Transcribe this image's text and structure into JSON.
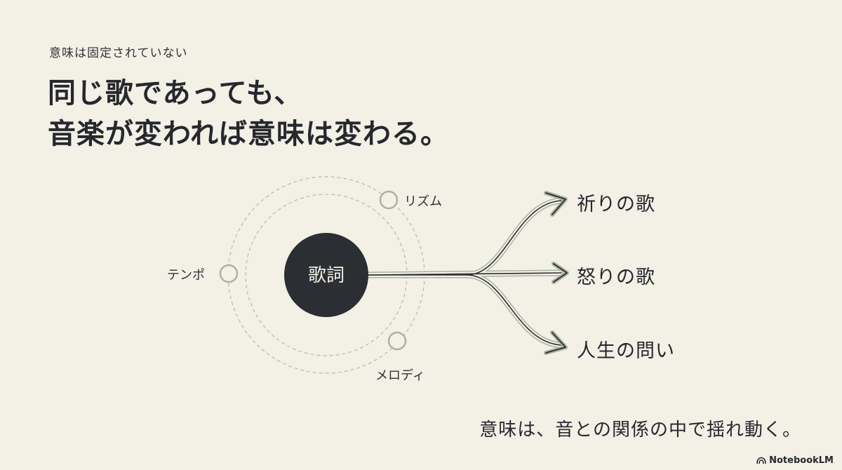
{
  "eyebrow": "意味は固定されていない",
  "headline": {
    "line1": "同じ歌であっても、",
    "line2": "音楽が変われば意味は変わる。"
  },
  "diagram": {
    "hub": "歌詞",
    "nodes": {
      "rhythm": "リズム",
      "tempo": "テンポ",
      "melody": "メロディ"
    },
    "outcomes": {
      "prayer": "祈りの歌",
      "anger": "怒りの歌",
      "question": "人生の問い"
    }
  },
  "conclusion": "意味は、音との関係の中で揺れ動く。",
  "brand": {
    "name": "NotebookLM",
    "icon": "notebooklm-logo-icon"
  },
  "colors": {
    "background": "#f3f0e6",
    "text": "#25282d",
    "hub": "#2b2e33",
    "accent_green": "#a9b39f",
    "orbit": "#b9bab1"
  }
}
